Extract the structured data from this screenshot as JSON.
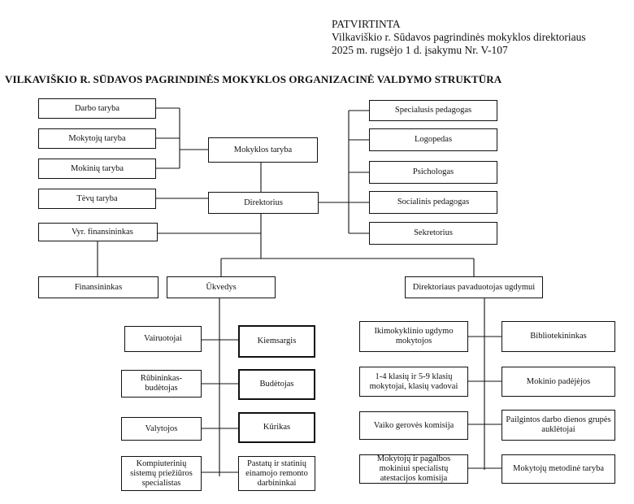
{
  "header": {
    "approve_line1": "PATVIRTINTA",
    "approve_line2": "Vilkaviškio r. Sūdavos pagrindinės mokyklos direktoriaus",
    "approve_line3": "2025 m. rugsėjo 1 d. įsakymu Nr. V-107"
  },
  "title": "VILKAVIŠKIO R. SŪDAVOS PAGRINDINĖS MOKYKLOS ORGANIZACINĖ VALDYMO STRUKTŪRA",
  "boxes": {
    "darbo_taryba": "Darbo taryba",
    "mokytoju_taryba": "Mokytojų taryba",
    "mokiniu_taryba": "Mokinių taryba",
    "tevu_taryba": "Tėvų taryba",
    "mokyklos_taryba": "Mokyklos taryba",
    "direktorius": "Direktorius",
    "vyr_finansininkas": "Vyr. finansininkas",
    "finansininkas": "Finansininkas",
    "ukvedys": "Ūkvedys",
    "pavaduotojas": "Direktoriaus pavaduotojas ugdymui",
    "specialusis_pedagogas": "Specialusis pedagogas",
    "logopedas": "Logopedas",
    "psichologas": "Psichologas",
    "socialinis_pedagogas": "Socialinis pedagogas",
    "sekretorius": "Sekretorius",
    "vairuotojai": "Vairuotojai",
    "kiemsargis": "Kiemsargis",
    "rubininkas": "Rūbininkas-budėtojas",
    "budetojas": "Budėtojas",
    "valytojos": "Valytojos",
    "kurikas": "Kūrikas",
    "kompiuteriniu": "Kompiuterinių sistemų priežiūros specialistas",
    "pastatu": "Pastatų ir statinių einamojo remonto darbininkai",
    "ikimokyklinio": "Ikimokyklinio ugdymo mokytojos",
    "bibliotekininkas": "Bibliotekininkas",
    "klasiu": "1-4 klasių ir 5-9 klasių mokytojai, klasių vadovai",
    "mokinio_padejejos": "Mokinio padėjėjos",
    "vaiko_geroves": "Vaiko gerovės komisija",
    "pailgintos": "Pailgintos darbo dienos grupės auklėtojai",
    "mokytoju_pagalbos": "Mokytojų ir pagalbos mokiniui specialistų atestacijos komisija",
    "metodine": "Mokytojų metodinė taryba"
  }
}
